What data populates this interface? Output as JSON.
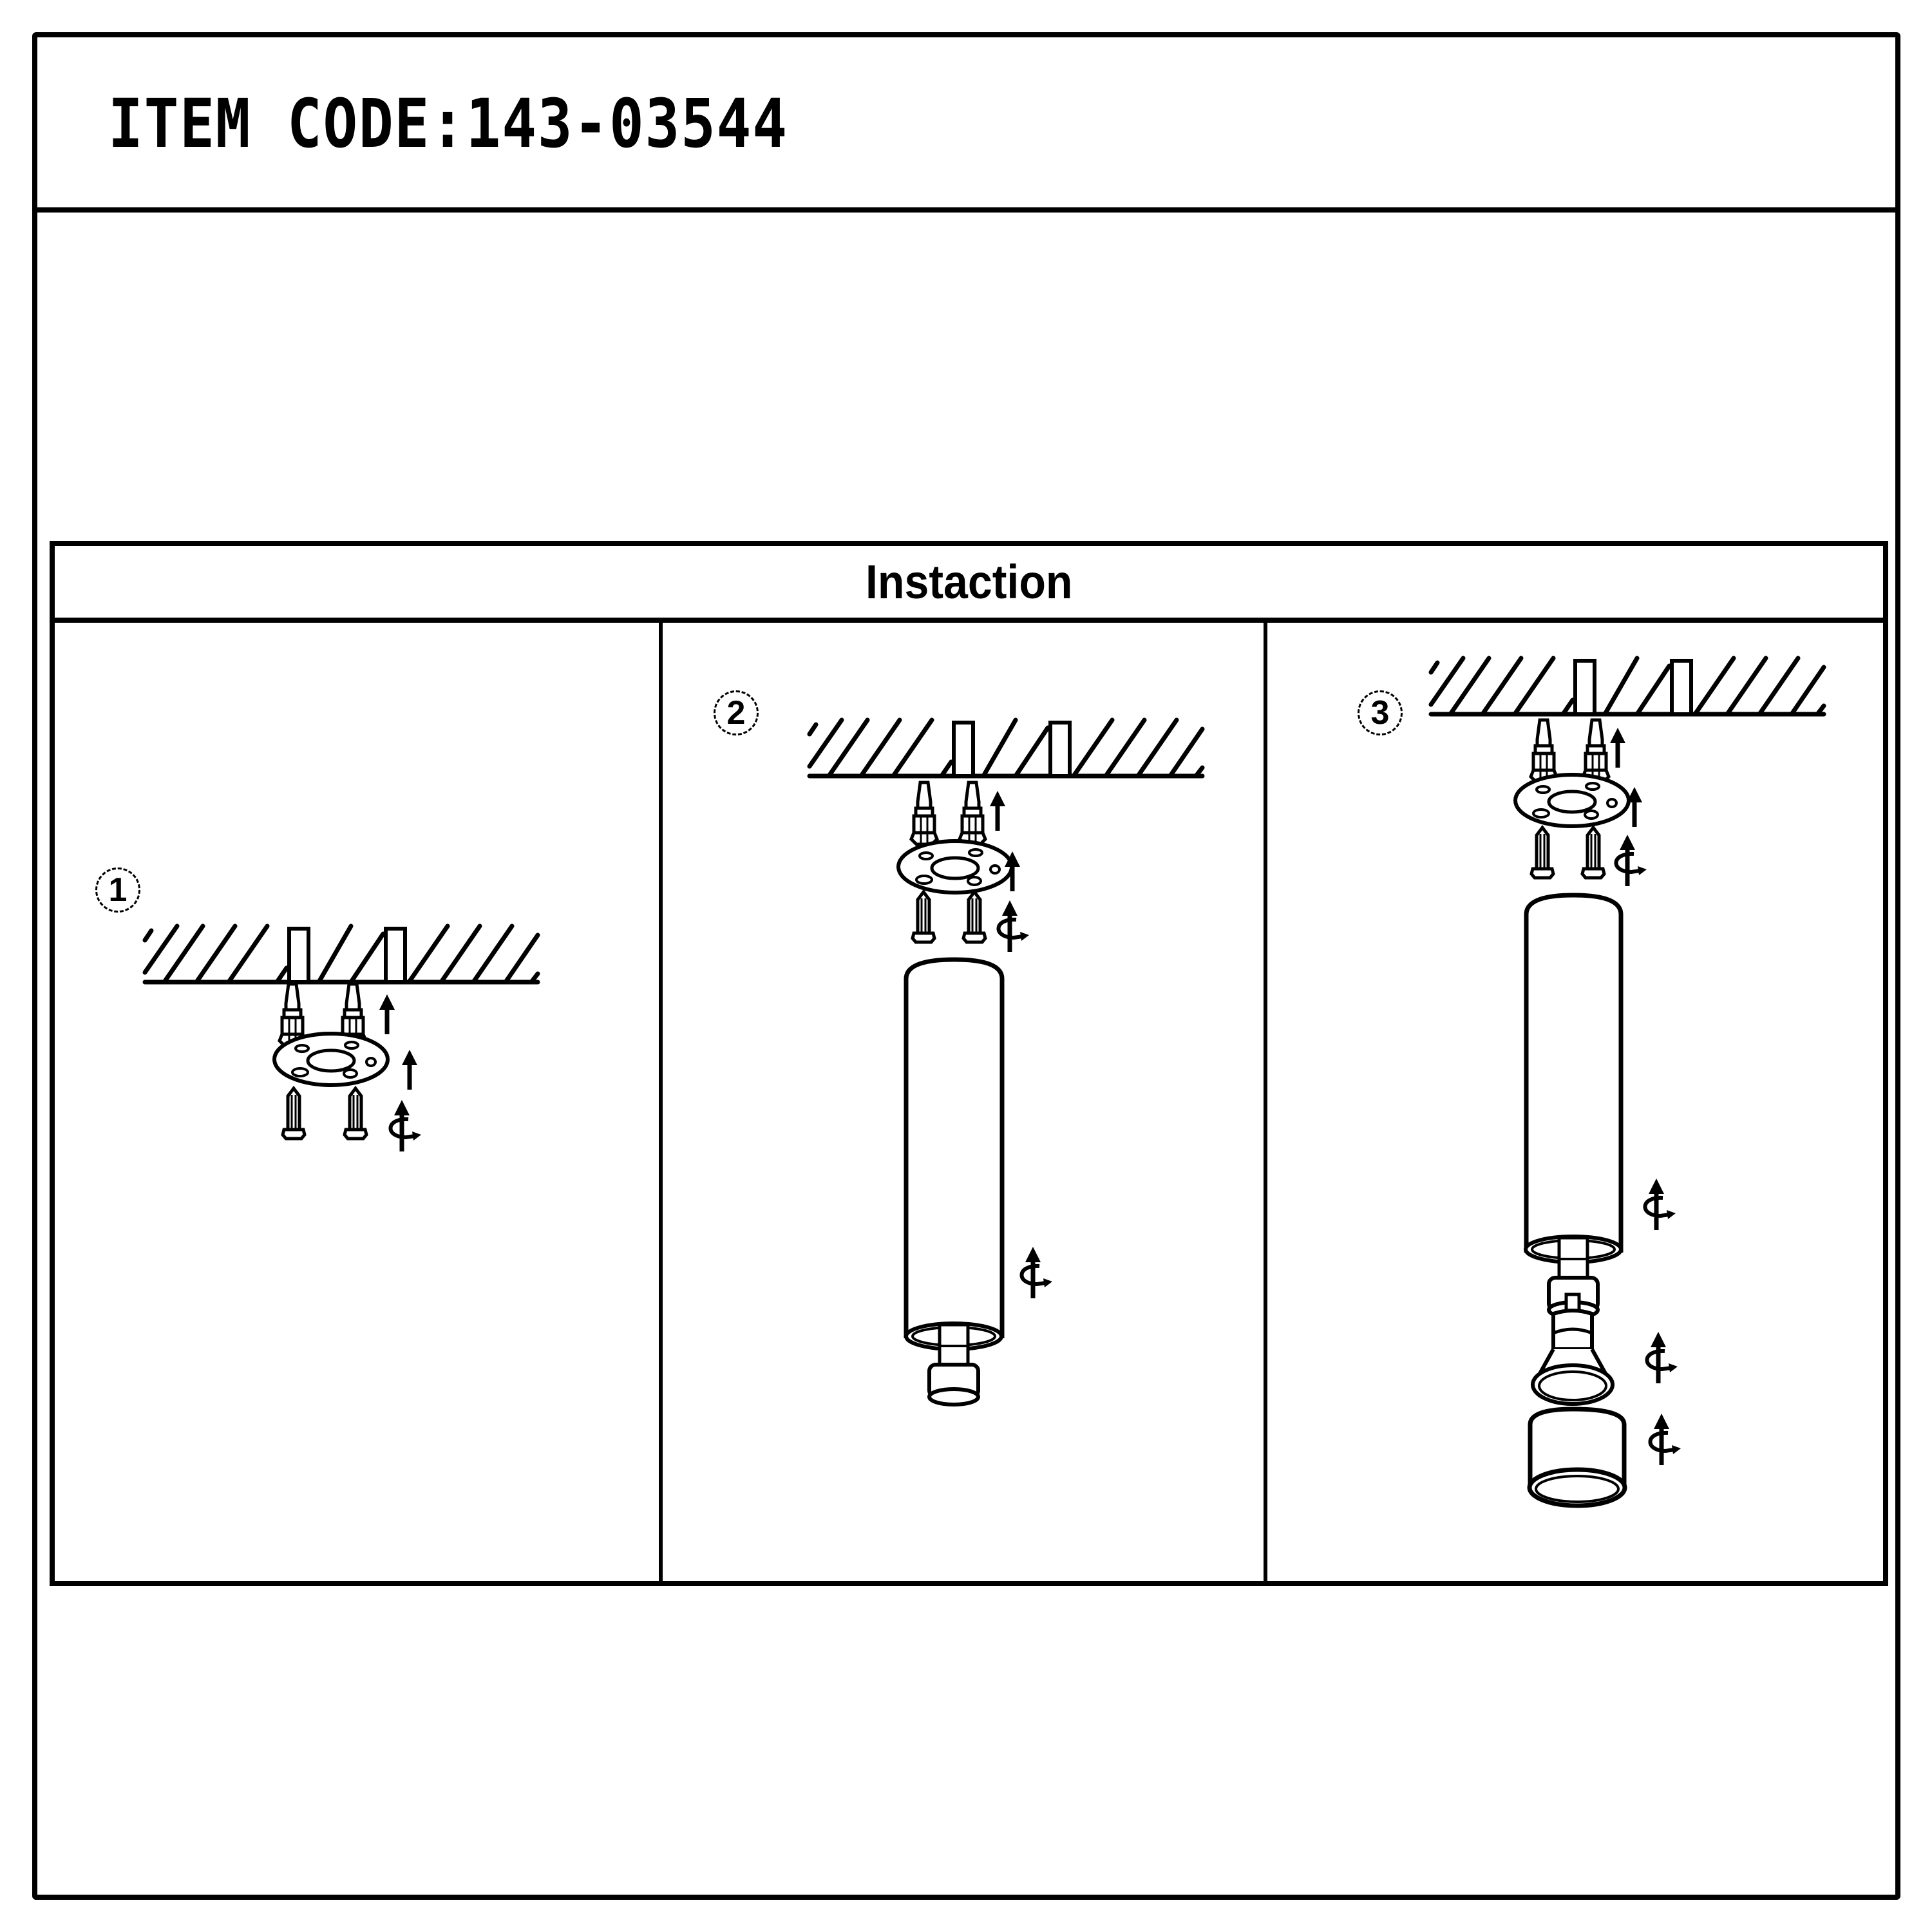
{
  "header": {
    "item_code_label": "ITEM CODE:143-03544"
  },
  "instructions": {
    "title": "Instaction",
    "steps": [
      {
        "number": "1",
        "components": [
          "ceiling-with-drilled-holes",
          "wall-anchors",
          "mounting-plate",
          "screws"
        ],
        "arrows": [
          "up-arrow",
          "up-arrow",
          "rotate-up-arrow"
        ]
      },
      {
        "number": "2",
        "components": [
          "ceiling-with-drilled-holes",
          "wall-anchors",
          "mounting-plate",
          "screws",
          "cylinder-body",
          "lamp-socket"
        ],
        "arrows": [
          "up-arrow",
          "up-arrow",
          "rotate-up-arrow",
          "rotate-up-arrow"
        ]
      },
      {
        "number": "3",
        "components": [
          "ceiling-with-drilled-holes",
          "wall-anchors",
          "mounting-plate",
          "screws",
          "cylinder-body",
          "lamp-socket",
          "gu10-bulb",
          "end-cap-ring"
        ],
        "arrows": [
          "up-arrow",
          "up-arrow",
          "rotate-up-arrow",
          "rotate-up-arrow",
          "rotate-up-arrow",
          "rotate-up-arrow"
        ]
      }
    ]
  },
  "colors": {
    "ink": "#000000",
    "paper": "#ffffff"
  }
}
